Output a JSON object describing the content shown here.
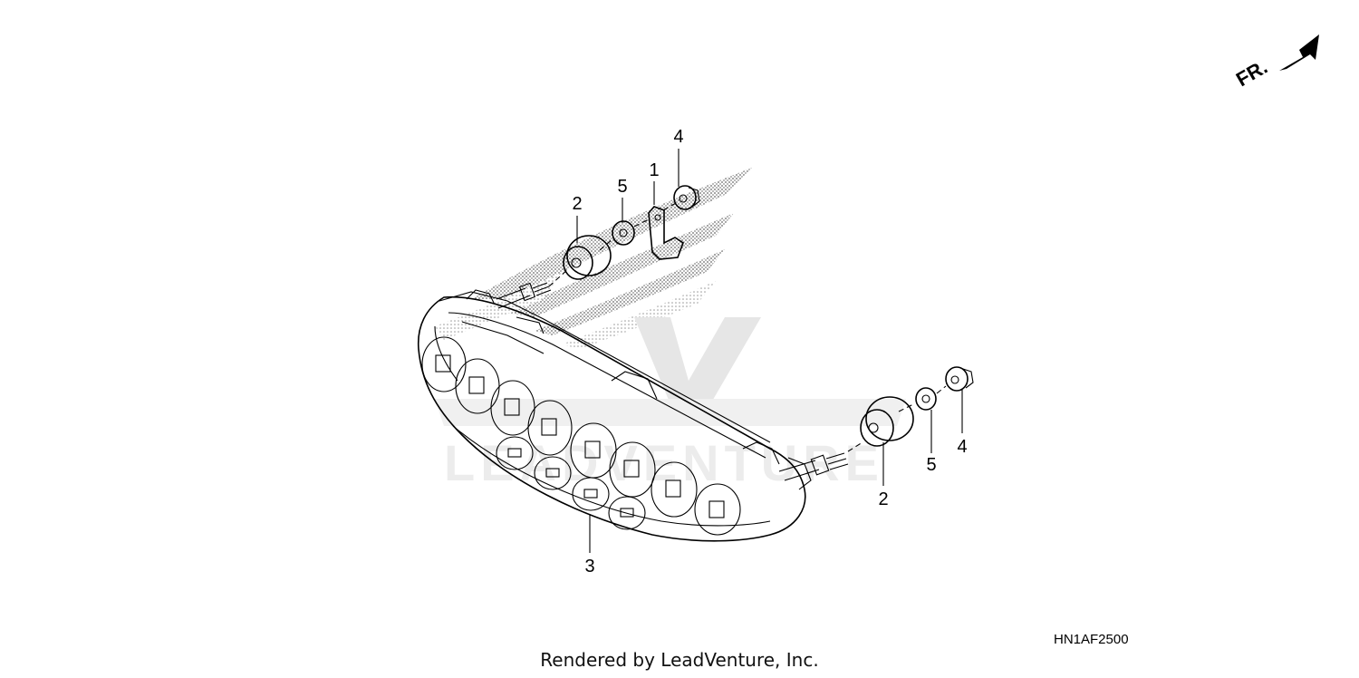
{
  "diagram": {
    "direction_label": "FR.",
    "callouts": {
      "c1": "1",
      "c2_upper": "2",
      "c2_lower": "2",
      "c3": "3",
      "c4_upper": "4",
      "c4_lower": "4",
      "c5_upper": "5",
      "c5_lower": "5"
    },
    "diagram_code": "HN1AF2500",
    "footer": "Rendered by LeadVenture, Inc."
  }
}
